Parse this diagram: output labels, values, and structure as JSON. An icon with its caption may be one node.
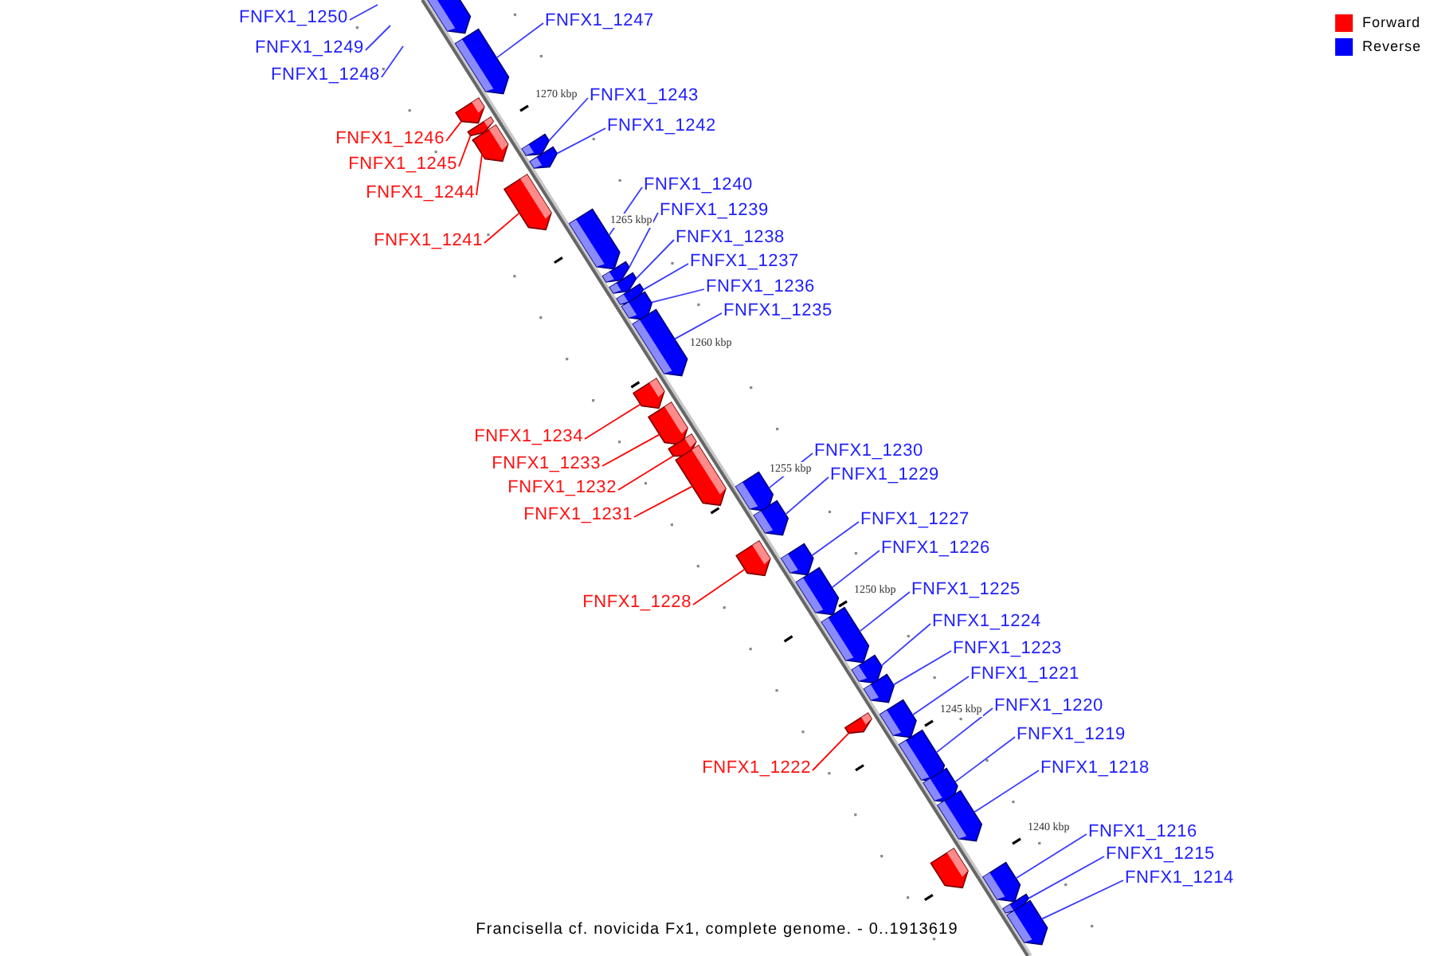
{
  "diagram": {
    "caption": "Francisella cf. novicida Fx1, complete genome. - 0..1913619",
    "nodes": [
      {
        "text": [],
        "shape": "arrow"
      },
      {
        "text": [
          "FNFX1_1250"
        ]
      },
      {
        "text": [
          "FNFX1_1249"
        ]
      },
      {
        "text": [
          "FNFX1_1248"
        ]
      },
      {
        "text": [
          "FNFX1_1247"
        ]
      },
      {
        "text": [],
        "shape": "arrow"
      },
      {
        "text": [
          "FNFX1_1246"
        ]
      },
      {
        "text": [],
        "shape": "arrow"
      },
      {
        "text": [
          "FNFX1_1245"
        ]
      },
      {
        "text": [],
        "shape": "arrow"
      },
      {
        "text": [
          "FNFX1_1244"
        ]
      },
      {
        "text": [],
        "shape": "arrow"
      },
      {
        "text": [
          "FNFX1_1243"
        ]
      },
      {
        "text": [],
        "shape": "arrow"
      },
      {
        "text": [
          "FNFX1_1242"
        ]
      },
      {
        "text": [],
        "shape": "arrow"
      },
      {
        "text": [
          "FNFX1_1241"
        ]
      },
      {
        "text": [],
        "shape": "arrow"
      },
      {
        "text": [
          "FNFX1_1240"
        ]
      },
      {
        "text": [],
        "shape": "arrow"
      },
      {
        "text": [
          "FNFX1_1239"
        ]
      },
      {
        "text": [],
        "shape": "arrow"
      },
      {
        "text": [
          "FNFX1_1238"
        ]
      },
      {
        "text": [],
        "shape": "arrow"
      },
      {
        "text": [
          "FNFX1_1237"
        ]
      },
      {
        "text": [],
        "shape": "arrow"
      },
      {
        "text": [
          "FNFX1_1236"
        ]
      },
      {
        "text": [],
        "shape": "arrow"
      },
      {
        "text": [
          "FNFX1_1235"
        ]
      },
      {
        "text": [],
        "shape": "arrow"
      },
      {
        "text": [
          "FNFX1_1234"
        ]
      },
      {
        "text": [],
        "shape": "arrow"
      },
      {
        "text": [
          "FNFX1_1233"
        ]
      },
      {
        "text": [],
        "shape": "arrow"
      },
      {
        "text": [
          "FNFX1_1232"
        ]
      },
      {
        "text": [],
        "shape": "arrow"
      },
      {
        "text": [
          "FNFX1_1231"
        ]
      },
      {
        "text": [],
        "shape": "arrow"
      },
      {
        "text": [
          "FNFX1_1230"
        ]
      },
      {
        "text": [],
        "shape": "arrow"
      },
      {
        "text": [
          "FNFX1_1229"
        ]
      },
      {
        "text": [],
        "shape": "arrow"
      },
      {
        "text": [
          "FNFX1_1228"
        ]
      },
      {
        "text": [],
        "shape": "arrow"
      },
      {
        "text": [
          "FNFX1_1227"
        ]
      },
      {
        "text": [],
        "shape": "arrow"
      },
      {
        "text": [
          "FNFX1_1226"
        ]
      },
      {
        "text": [],
        "shape": "arrow"
      },
      {
        "text": [
          "FNFX1_1225"
        ]
      },
      {
        "text": [],
        "shape": "arrow"
      },
      {
        "text": [
          "FNFX1_1224"
        ]
      },
      {
        "text": [],
        "shape": "arrow"
      },
      {
        "text": [
          "FNFX1_1223"
        ]
      },
      {
        "text": [],
        "shape": "arrow"
      },
      {
        "text": [
          "FNFX1_1222"
        ]
      },
      {
        "text": [],
        "shape": "arrow"
      },
      {
        "text": [
          "FNFX1_1221"
        ]
      },
      {
        "text": [],
        "shape": "arrow"
      },
      {
        "text": [
          "FNFX1_1220"
        ]
      },
      {
        "text": [],
        "shape": "arrow"
      },
      {
        "text": [
          "FNFX1_1219"
        ]
      },
      {
        "text": [],
        "shape": "arrow"
      },
      {
        "text": [
          "FNFX1_1218"
        ]
      },
      {
        "text": [],
        "shape": "arrow"
      },
      {
        "text": [],
        "shape": "arrow"
      },
      {
        "text": [
          "FNFX1_1216"
        ]
      },
      {
        "text": [],
        "shape": "arrow"
      },
      {
        "text": [
          "FNFX1_1215"
        ]
      },
      {
        "text": [],
        "shape": "arrow"
      },
      {
        "text": [
          "FNFX1_1214"
        ]
      },
      {
        "text": [],
        "shape": "arrow"
      }
    ],
    "edges": [
      {
        "from": 1,
        "to": null,
        "arrow": "none"
      },
      {
        "from": 2,
        "to": null,
        "arrow": "none"
      },
      {
        "from": 3,
        "to": null,
        "arrow": "none"
      },
      {
        "from": 4,
        "to": 5,
        "arrow": "none"
      },
      {
        "from": 6,
        "to": 7,
        "arrow": "none",
        "color": "#ff0000"
      },
      {
        "from": 8,
        "to": 9,
        "arrow": "none",
        "color": "#ff0000"
      },
      {
        "from": 10,
        "to": 11,
        "arrow": "none",
        "color": "#ff0000"
      },
      {
        "from": 12,
        "to": 13,
        "arrow": "none"
      },
      {
        "from": 14,
        "to": 15,
        "arrow": "none"
      },
      {
        "from": 16,
        "to": 17,
        "arrow": "none",
        "color": "#ff0000"
      },
      {
        "from": 18,
        "to": 19,
        "arrow": "none"
      },
      {
        "from": 20,
        "to": 21,
        "arrow": "none"
      },
      {
        "from": 22,
        "to": 23,
        "arrow": "none"
      },
      {
        "from": 24,
        "to": 25,
        "arrow": "none"
      },
      {
        "from": 26,
        "to": 27,
        "arrow": "none"
      },
      {
        "from": 28,
        "to": 29,
        "arrow": "none"
      },
      {
        "from": 30,
        "to": 31,
        "arrow": "none",
        "color": "#ff0000"
      },
      {
        "from": 32,
        "to": 33,
        "arrow": "none",
        "color": "#ff0000"
      },
      {
        "from": 34,
        "to": 35,
        "arrow": "none",
        "color": "#ff0000"
      },
      {
        "from": 36,
        "to": 37,
        "arrow": "none",
        "color": "#ff0000"
      },
      {
        "from": 38,
        "to": 39,
        "arrow": "none"
      },
      {
        "from": 40,
        "to": 41,
        "arrow": "none"
      },
      {
        "from": 42,
        "to": 43,
        "arrow": "none",
        "color": "#ff0000"
      },
      {
        "from": 44,
        "to": 45,
        "arrow": "none"
      },
      {
        "from": 46,
        "to": 47,
        "arrow": "none"
      },
      {
        "from": 48,
        "to": 49,
        "arrow": "none"
      },
      {
        "from": 50,
        "to": 51,
        "arrow": "none"
      },
      {
        "from": 52,
        "to": 53,
        "arrow": "none"
      },
      {
        "from": 54,
        "to": 55,
        "arrow": "none",
        "color": "#ff0000"
      },
      {
        "from": 56,
        "to": 57,
        "arrow": "none"
      },
      {
        "from": 58,
        "to": 59,
        "arrow": "none"
      },
      {
        "from": 60,
        "to": 61,
        "arrow": "none"
      },
      {
        "from": 62,
        "to": 63,
        "arrow": "none"
      },
      {
        "from": 65,
        "to": 66,
        "arrow": "none"
      },
      {
        "from": 67,
        "to": 68,
        "arrow": "none"
      },
      {
        "from": 69,
        "to": 70,
        "arrow": "none"
      }
    ],
    "labels": [
      "1270 kbp",
      "1265 kbp",
      "1260 kbp",
      "1255 kbp",
      "1250 kbp",
      "1245 kbp",
      "1240 kbp"
    ],
    "legend": [
      {
        "text": "Forward",
        "color": "#ff0000"
      },
      {
        "text": "Reverse",
        "color": "#0000ff"
      }
    ]
  }
}
